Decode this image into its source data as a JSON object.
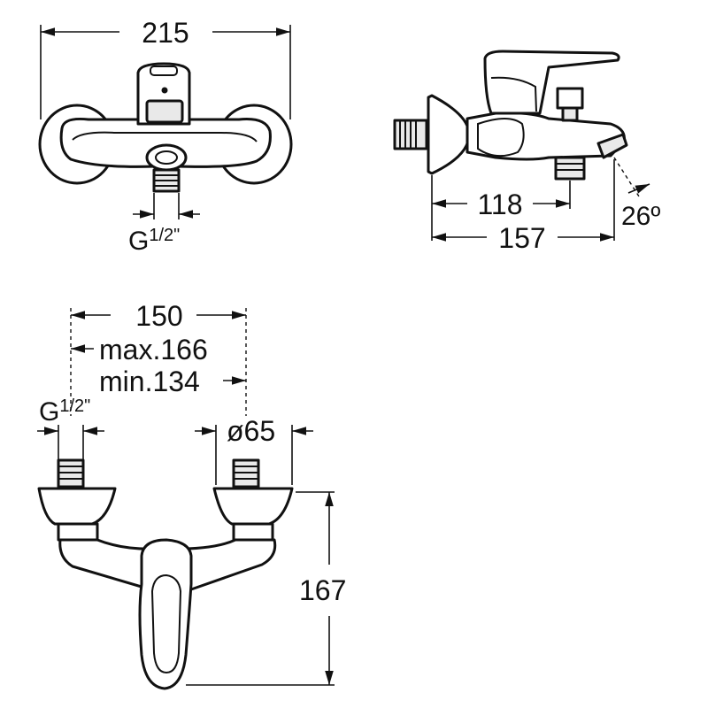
{
  "labels": {
    "width_front": "215",
    "thread_front_g": "G",
    "thread_front_frac": "1/2\"",
    "depth_spout": "118",
    "depth_total": "157",
    "angle": "26º",
    "centers_nominal": "150",
    "centers_max": "max.166",
    "centers_min": "min.134",
    "thread_top_g": "G",
    "thread_top_frac": "1/2\"",
    "rosette_diameter": "ø65",
    "height_total": "167"
  }
}
